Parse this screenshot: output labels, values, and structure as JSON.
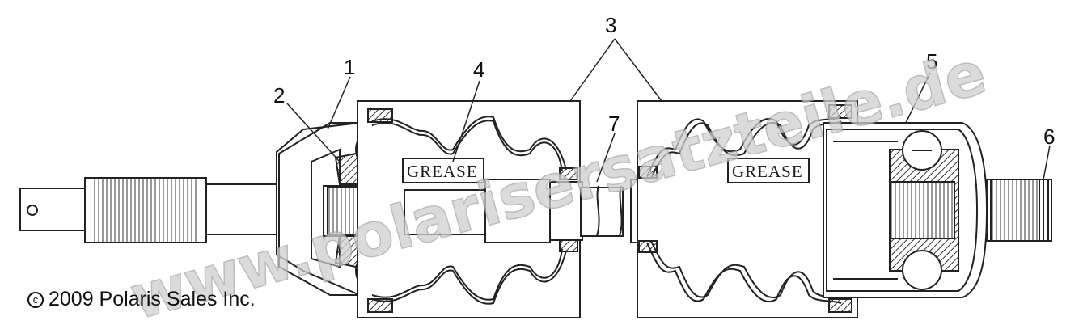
{
  "labels": {
    "callout_1": "1",
    "callout_2": "2",
    "callout_3": "3",
    "callout_4": "4",
    "callout_5": "5",
    "callout_6": "6",
    "callout_7": "7",
    "grease_left": "GREASE",
    "grease_right": "GREASE"
  },
  "copyright": {
    "symbol": "c",
    "text": "2009 Polaris Sales Inc."
  },
  "watermark": "www.polarisersatzteile.de"
}
